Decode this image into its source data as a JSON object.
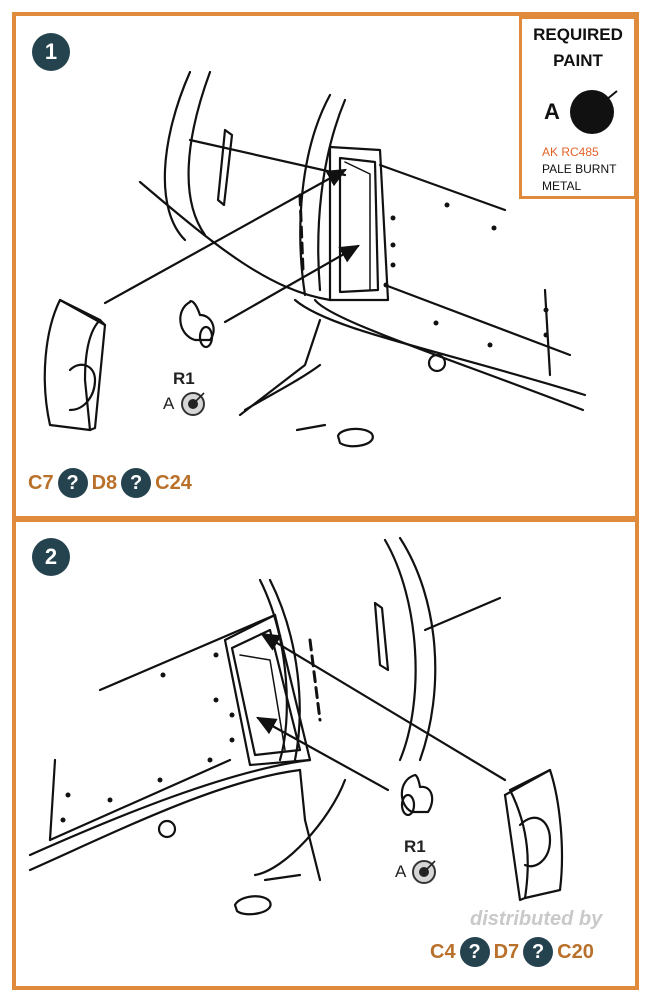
{
  "steps": [
    {
      "number": "1",
      "parts": [
        "C7",
        "D8",
        "C24"
      ],
      "resin_part": "R1",
      "resin_paint": "A"
    },
    {
      "number": "2",
      "parts": [
        "C4",
        "D7",
        "C20"
      ],
      "resin_part": "R1",
      "resin_paint": "A"
    }
  ],
  "connector_symbol": "?",
  "required_paint": {
    "title_line1": "REQUIRED",
    "title_line2": "PAINT",
    "letter": "A",
    "code": "AK RC485",
    "name_line1": "PALE BURNT",
    "name_line2": "METAL",
    "swatch_color": "#111111"
  },
  "watermark": "distributed by",
  "colors": {
    "frame": "#e08a3c",
    "badge": "#25434f",
    "part_code": "#b9702a",
    "paint_code": "#e2622a"
  }
}
